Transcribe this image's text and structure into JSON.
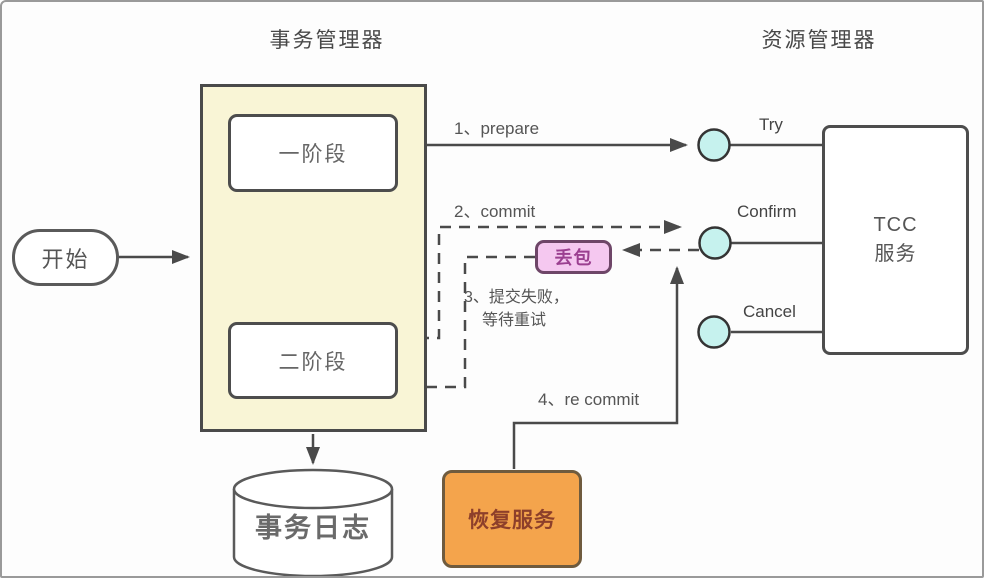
{
  "diagram": {
    "titles": {
      "left": "事务管理器",
      "right": "资源管理器"
    },
    "nodes": {
      "start": "开始",
      "phase1": "一阶段",
      "phase2": "二阶段",
      "tcc_line1": "TCC",
      "tcc_line2": "服务",
      "packet_loss": "丢包",
      "recovery": "恢复服务",
      "tx_log": "事务日志"
    },
    "ports": {
      "try": "Try",
      "confirm": "Confirm",
      "cancel": "Cancel"
    },
    "edges": {
      "step1": "1、prepare",
      "step2": "2、commit",
      "step3_line1": "3、提交失败，",
      "step3_line2": "等待重试",
      "step4": "4、re commit"
    },
    "colors": {
      "line": "#4a4a4a",
      "container_fill": "#f9f5d6",
      "circle_fill": "#c6f2ee",
      "packet_loss_fill": "#f5c8f0",
      "packet_loss_border": "#6e4668",
      "packet_loss_text": "#9b3f90",
      "recovery_fill": "#f4a44c",
      "recovery_border": "#6f5b3e",
      "recovery_text": "#8d3f2a"
    }
  }
}
